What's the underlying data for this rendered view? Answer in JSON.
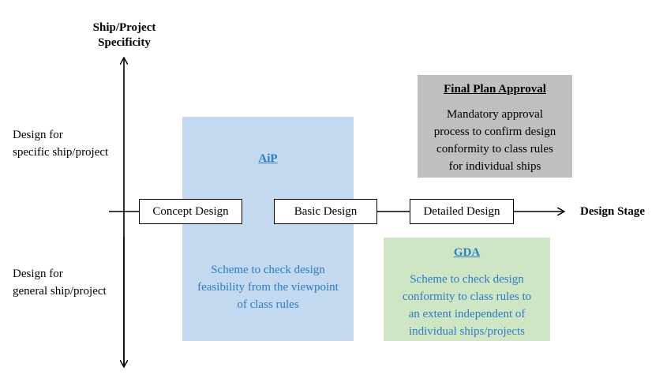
{
  "axes": {
    "y_label": "Ship/Project\nSpecificity",
    "x_label": "Design Stage"
  },
  "row_labels": {
    "top": "Design for\nspecific ship/project",
    "bottom": "Design for\ngeneral ship/project"
  },
  "stages": [
    {
      "label": "Concept Design"
    },
    {
      "label": "Basic Design"
    },
    {
      "label": "Detailed Design"
    }
  ],
  "regions": {
    "aip": {
      "title": "AiP",
      "body": "Scheme to check design\nfeasibility from the viewpoint\nof class rules"
    },
    "gda": {
      "title": "GDA",
      "body": "Scheme to check design\nconformity to class rules to\nan extent independent of\nindividual ships/projects"
    },
    "final_plan_approval": {
      "title": "Final Plan Approval",
      "body": "Mandatory approval\nprocess to confirm design\nconformity to class rules\nfor individual ships"
    }
  },
  "colors": {
    "aip_fill": "#c3d9ef",
    "gda_fill": "#cfe6c5",
    "final_fill": "#bfbfbf",
    "region_text": "#2e7bc4",
    "stroke": "#000000"
  }
}
